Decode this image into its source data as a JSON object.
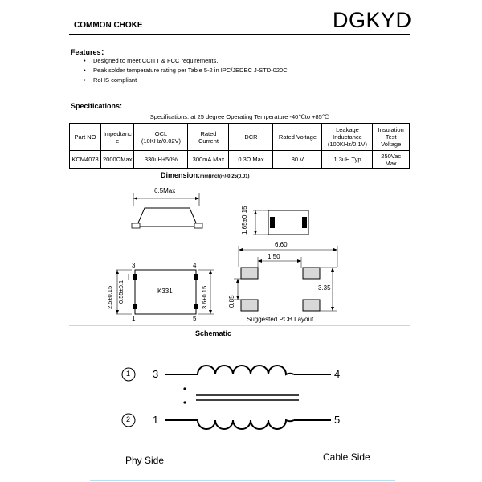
{
  "header": {
    "title": "COMMON CHOKE",
    "brand": "DGKYD"
  },
  "features": {
    "heading": "Features：",
    "items": [
      "Designed to meet CCITT & FCC requirements.",
      "Peak solder temperature rating per Table 5-2 in IPC/JEDEC J-STD-020C",
      "RoHS compliant"
    ]
  },
  "specifications": {
    "heading": "Specifications:",
    "conditions": "Specifications: at 25 degree   Operating Temperature -40℃to +85℃",
    "columns": [
      "Part NO",
      "Impedtanc e",
      "OCL (10KHz/0.02V)",
      "Rated Current",
      "DCR",
      "Rated Voltage",
      "Leakage Inductance (100KHz/0.1V)",
      "Insulation Test Voltage"
    ],
    "row": [
      "KCM4078",
      "2000ΩMax",
      "330uH±50%",
      "300mA Max",
      "0.3Ω Max",
      "80 V",
      "1.3uH Typ",
      "250Vac Max"
    ]
  },
  "dimension": {
    "heading": "Dimension:",
    "units": "mm(inch)+/-0.25(0.01)",
    "width_label": "6.5Max",
    "height_label": "1.65±0.15",
    "pcb_width": "6.60",
    "pcb_pad_gap": "1.50",
    "pcb_height": "3.35",
    "pcb_pad_height": "0.85",
    "pcb_caption": "Suggested PCB Layout",
    "part_marking": "K331",
    "pin_3": "3",
    "pin_4": "4",
    "pin_1": "1",
    "pin_5": "5",
    "body_height": "2.5±0.15",
    "pin_pitch": "0.55±0.1",
    "body_length": "3.6±0.15"
  },
  "schematic": {
    "heading": "Schematic",
    "winding_1": "1",
    "winding_2": "2",
    "pin_3": "3",
    "pin_4": "4",
    "pin_1": "1",
    "pin_5": "5",
    "left_label": "Phy Side",
    "right_label": "Cable Side"
  }
}
